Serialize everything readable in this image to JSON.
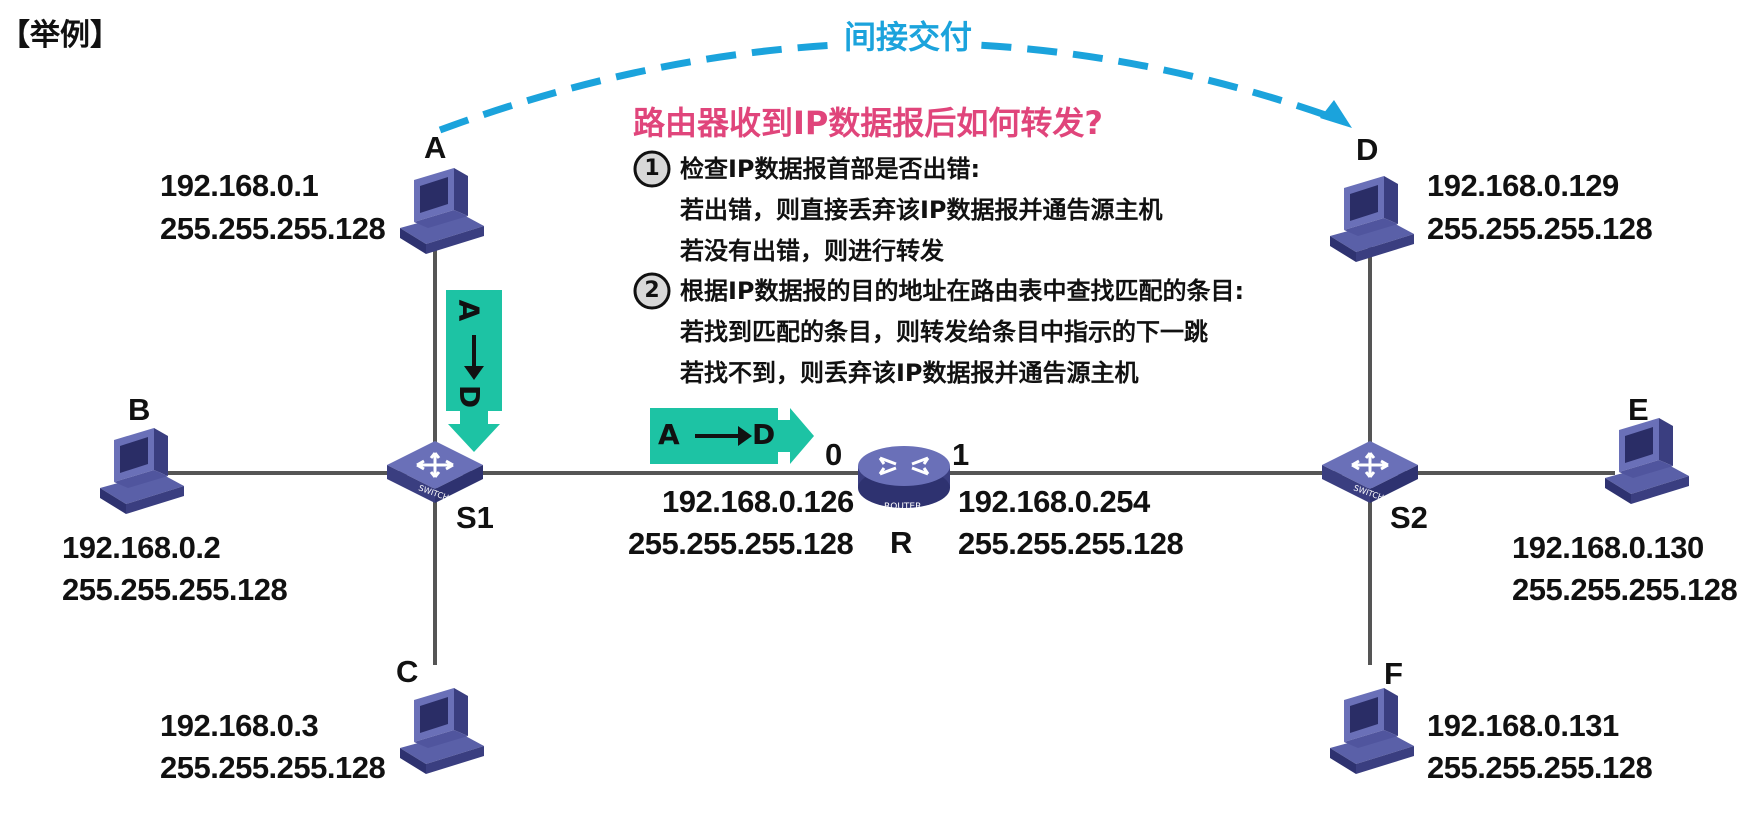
{
  "header": {
    "tag": "【举例】"
  },
  "indirect_label": "间接交付",
  "question": {
    "title": "路由器收到IP数据报后如何转发?",
    "steps": [
      {
        "num": "1",
        "lines": [
          "检查IP数据报首部是否出错:",
          "若出错，则直接丢弃该IP数据报并通告源主机",
          "若没有出错，则进行转发"
        ]
      },
      {
        "num": "2",
        "lines": [
          "根据IP数据报的目的地址在路由表中查找匹配的条目:",
          "若找到匹配的条目，则转发给条目中指示的下一跳",
          "若找不到，则丢弃该IP数据报并通告源主机"
        ]
      }
    ]
  },
  "hosts": {
    "A": {
      "name": "A",
      "ip": "192.168.0.1",
      "mask": "255.255.255.128"
    },
    "B": {
      "name": "B",
      "ip": "192.168.0.2",
      "mask": "255.255.255.128"
    },
    "C": {
      "name": "C",
      "ip": "192.168.0.3",
      "mask": "255.255.255.128"
    },
    "D": {
      "name": "D",
      "ip": "192.168.0.129",
      "mask": "255.255.255.128"
    },
    "E": {
      "name": "E",
      "ip": "192.168.0.130",
      "mask": "255.255.255.128"
    },
    "F": {
      "name": "F",
      "ip": "192.168.0.131",
      "mask": "255.255.255.128"
    }
  },
  "switches": {
    "S1": {
      "name": "S1",
      "label": "SWITCH"
    },
    "S2": {
      "name": "S2",
      "label": "SWITCH"
    }
  },
  "router": {
    "name": "R",
    "label": "ROUTER",
    "if0": {
      "port": "0",
      "ip": "192.168.0.126",
      "mask": "255.255.255.128"
    },
    "if1": {
      "port": "1",
      "ip": "192.168.0.254",
      "mask": "255.255.255.128"
    }
  },
  "packets": {
    "vertical": {
      "src": "A",
      "dst": "D"
    },
    "horizontal": {
      "src": "A",
      "dst": "D"
    }
  },
  "colors": {
    "teal": "#1dc3a4",
    "blue_dashed": "#1ba3dc",
    "question": "#e0457b",
    "device": "#4a4f9a",
    "line": "#555555"
  }
}
